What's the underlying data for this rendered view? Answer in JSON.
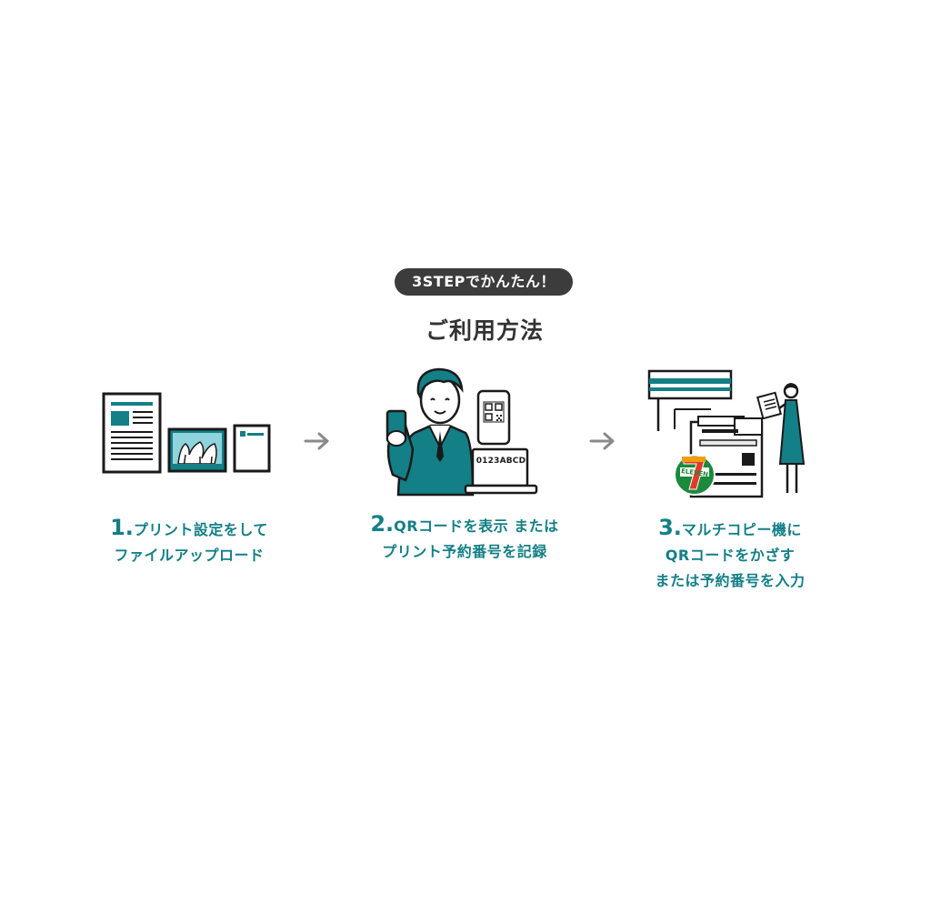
{
  "badge": "3STEPでかんたん！",
  "title": "ご利用方法",
  "colors": {
    "accent": "#137f86",
    "badge_bg": "#3c3c3c",
    "arrow": "#8a8a8a",
    "seven_eleven_green": "#1a8a3c",
    "seven_eleven_red": "#e23b2b",
    "seven_eleven_orange": "#f39c12"
  },
  "steps": [
    {
      "number": "1.",
      "line1": "プリント設定をして",
      "line2": "ファイルアップロード",
      "icon": "document-photo-icon"
    },
    {
      "number": "2.",
      "line1": "QRコードを表示 または",
      "line2": "プリント予約番号を記録",
      "icon": "person-smartphone-icon",
      "laptop_code": "0123ABCD"
    },
    {
      "number": "3.",
      "line1": "マルチコピー機に",
      "line2": "QRコードをかざす",
      "line3": "または予約番号を入力",
      "icon": "convenience-store-icon",
      "logo_text": "ELEVEN"
    }
  ]
}
